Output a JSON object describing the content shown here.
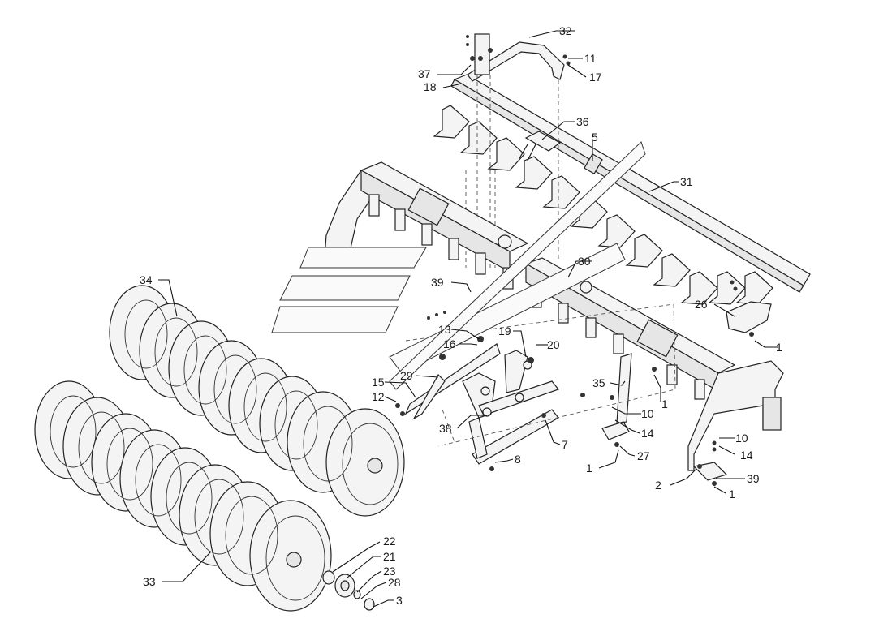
{
  "colors": {
    "line": "#111111",
    "part_fill": "#f4f4f4",
    "part_shade": "#e6e6e6",
    "background": "#ffffff"
  },
  "callouts": [
    {
      "id": "c32",
      "text": "32"
    },
    {
      "id": "c11",
      "text": "11"
    },
    {
      "id": "c17",
      "text": "17"
    },
    {
      "id": "c37",
      "text": "37"
    },
    {
      "id": "c18",
      "text": "18"
    },
    {
      "id": "c36",
      "text": "36"
    },
    {
      "id": "c5",
      "text": "5"
    },
    {
      "id": "c31",
      "text": "31"
    },
    {
      "id": "c30",
      "text": "30"
    },
    {
      "id": "c34",
      "text": "34"
    },
    {
      "id": "c39a",
      "text": "39"
    },
    {
      "id": "c26",
      "text": "26"
    },
    {
      "id": "c1a",
      "text": "1"
    },
    {
      "id": "c13",
      "text": "13"
    },
    {
      "id": "c16",
      "text": "16"
    },
    {
      "id": "c19",
      "text": "19"
    },
    {
      "id": "c20",
      "text": "20"
    },
    {
      "id": "c29",
      "text": "29"
    },
    {
      "id": "c15",
      "text": "15"
    },
    {
      "id": "c12",
      "text": "12"
    },
    {
      "id": "c35",
      "text": "35"
    },
    {
      "id": "c1b",
      "text": "1"
    },
    {
      "id": "c10a",
      "text": "10"
    },
    {
      "id": "c14a",
      "text": "14"
    },
    {
      "id": "c38",
      "text": "38"
    },
    {
      "id": "c7",
      "text": "7"
    },
    {
      "id": "c27",
      "text": "27"
    },
    {
      "id": "c1c",
      "text": "1"
    },
    {
      "id": "c10b",
      "text": "10"
    },
    {
      "id": "c14b",
      "text": "14"
    },
    {
      "id": "c8",
      "text": "8"
    },
    {
      "id": "c2",
      "text": "2"
    },
    {
      "id": "c39b",
      "text": "39"
    },
    {
      "id": "c1d",
      "text": "1"
    },
    {
      "id": "c22",
      "text": "22"
    },
    {
      "id": "c21",
      "text": "21"
    },
    {
      "id": "c23",
      "text": "23"
    },
    {
      "id": "c28",
      "text": "28"
    },
    {
      "id": "c33",
      "text": "33"
    },
    {
      "id": "c3",
      "text": "3"
    }
  ]
}
